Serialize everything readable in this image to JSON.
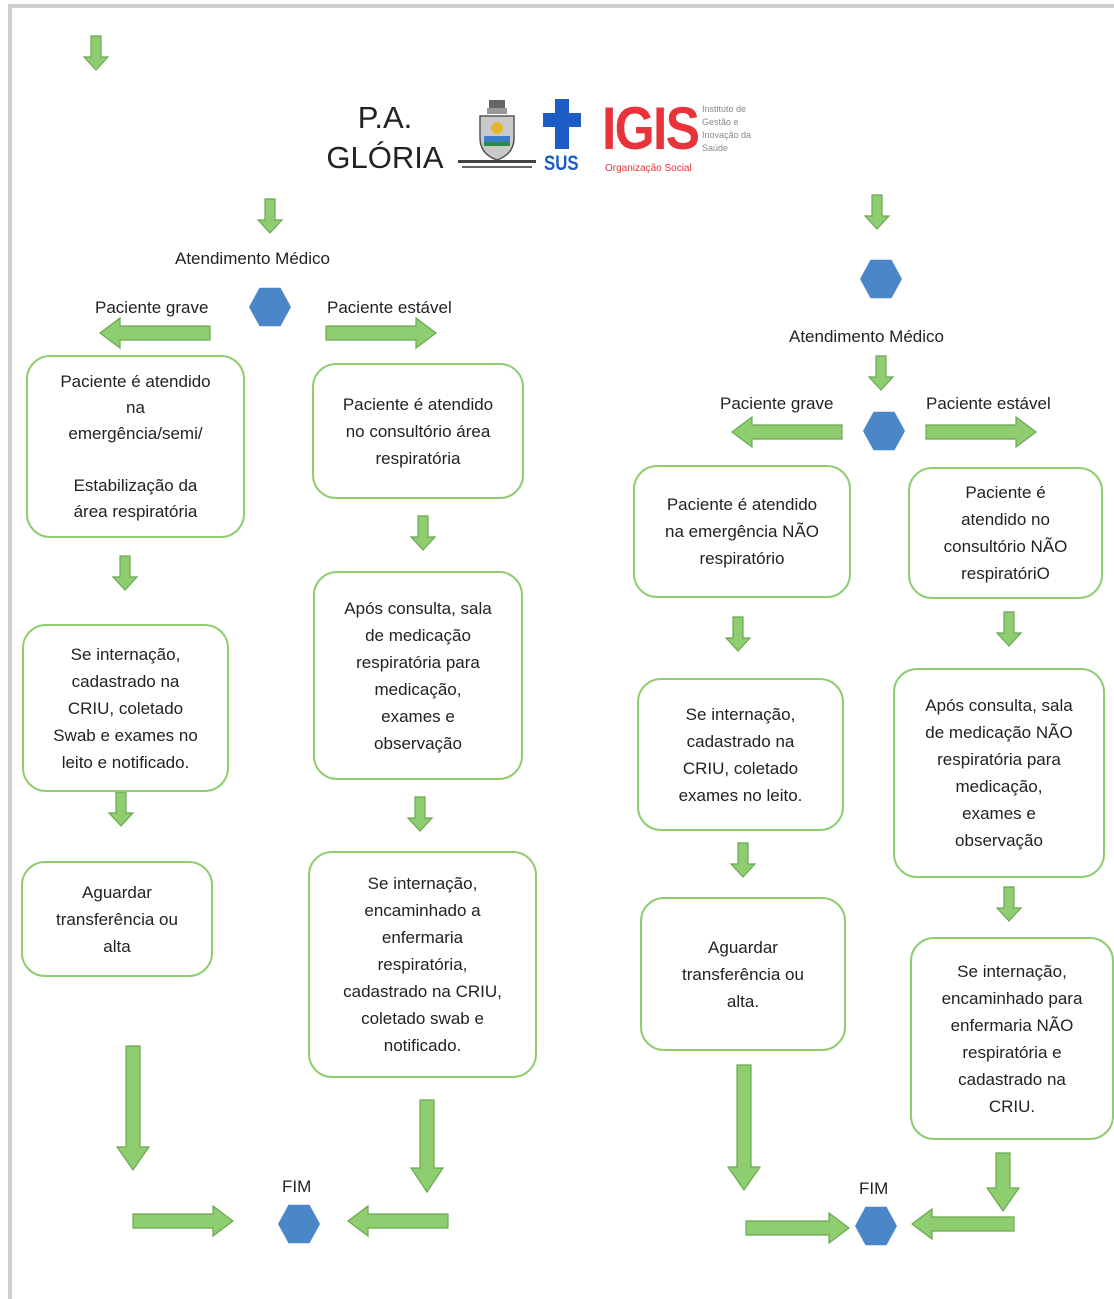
{
  "header": {
    "unit_name": "P.A.\nGLÓRIA",
    "igis_logo_text": "IGIS",
    "igis_logo_subtitle": "Organização Social",
    "igis_logo_description": "Instituto de\nGestão e\nInovação da\nSaúde",
    "sus_logo_text": "SUS",
    "logos": [
      "city-coat-of-arms-logo",
      "sus-logo",
      "igis-logo"
    ]
  },
  "colors": {
    "arrow_fill": "#8fce70",
    "arrow_stroke": "#6aa84f",
    "box_border": "#8fce70",
    "node_fill": "#4a86c8",
    "igis_red": "#e8333b",
    "sus_blue": "#1c5cc4"
  },
  "flows": {
    "respiratory": {
      "start_label": "Atendimento Médico",
      "branch_left_label": "Paciente grave",
      "branch_right_label": "Paciente estável",
      "left_steps": [
        "Paciente é atendido\nna\nemergência/semi/\n\nEstabilização da\nárea respiratória",
        "Se internação,\ncadastrado na\nCRIU,  coletado\nSwab e exames no\nleito e notificado.",
        "Aguardar\ntransferência ou\nalta"
      ],
      "right_steps": [
        "Paciente é atendido\nno consultório área\nrespiratória",
        "Após consulta, sala\nde medicação\nrespiratória para\nmedicação,\nexames e\nobservação",
        "Se internação,\nencaminhado a\nenfermaria\nrespiratória,\ncadastrado na CRIU,\ncoletado swab e\nnotificado."
      ],
      "end_label": "FIM"
    },
    "non_respiratory": {
      "start_label": "Atendimento Médico",
      "branch_left_label": "Paciente grave",
      "branch_right_label": "Paciente estável",
      "left_steps": [
        "Paciente é atendido\nna emergência NÃO\nrespiratório",
        "Se internação,\ncadastrado na\nCRIU, coletado\nexames no leito.",
        "Aguardar\ntransferência ou\nalta."
      ],
      "right_steps": [
        "Paciente é\natendido no\nconsultório NÃO\nrespiratóriO",
        "Após consulta, sala\nde medicação NÃO\nrespiratória para\nmedicação,\nexames e\nobservação",
        "Se internação,\nencaminhado para\nenfermaria NÃO\nrespiratória e\ncadastrado na\nCRIU."
      ],
      "end_label": "FIM"
    }
  }
}
